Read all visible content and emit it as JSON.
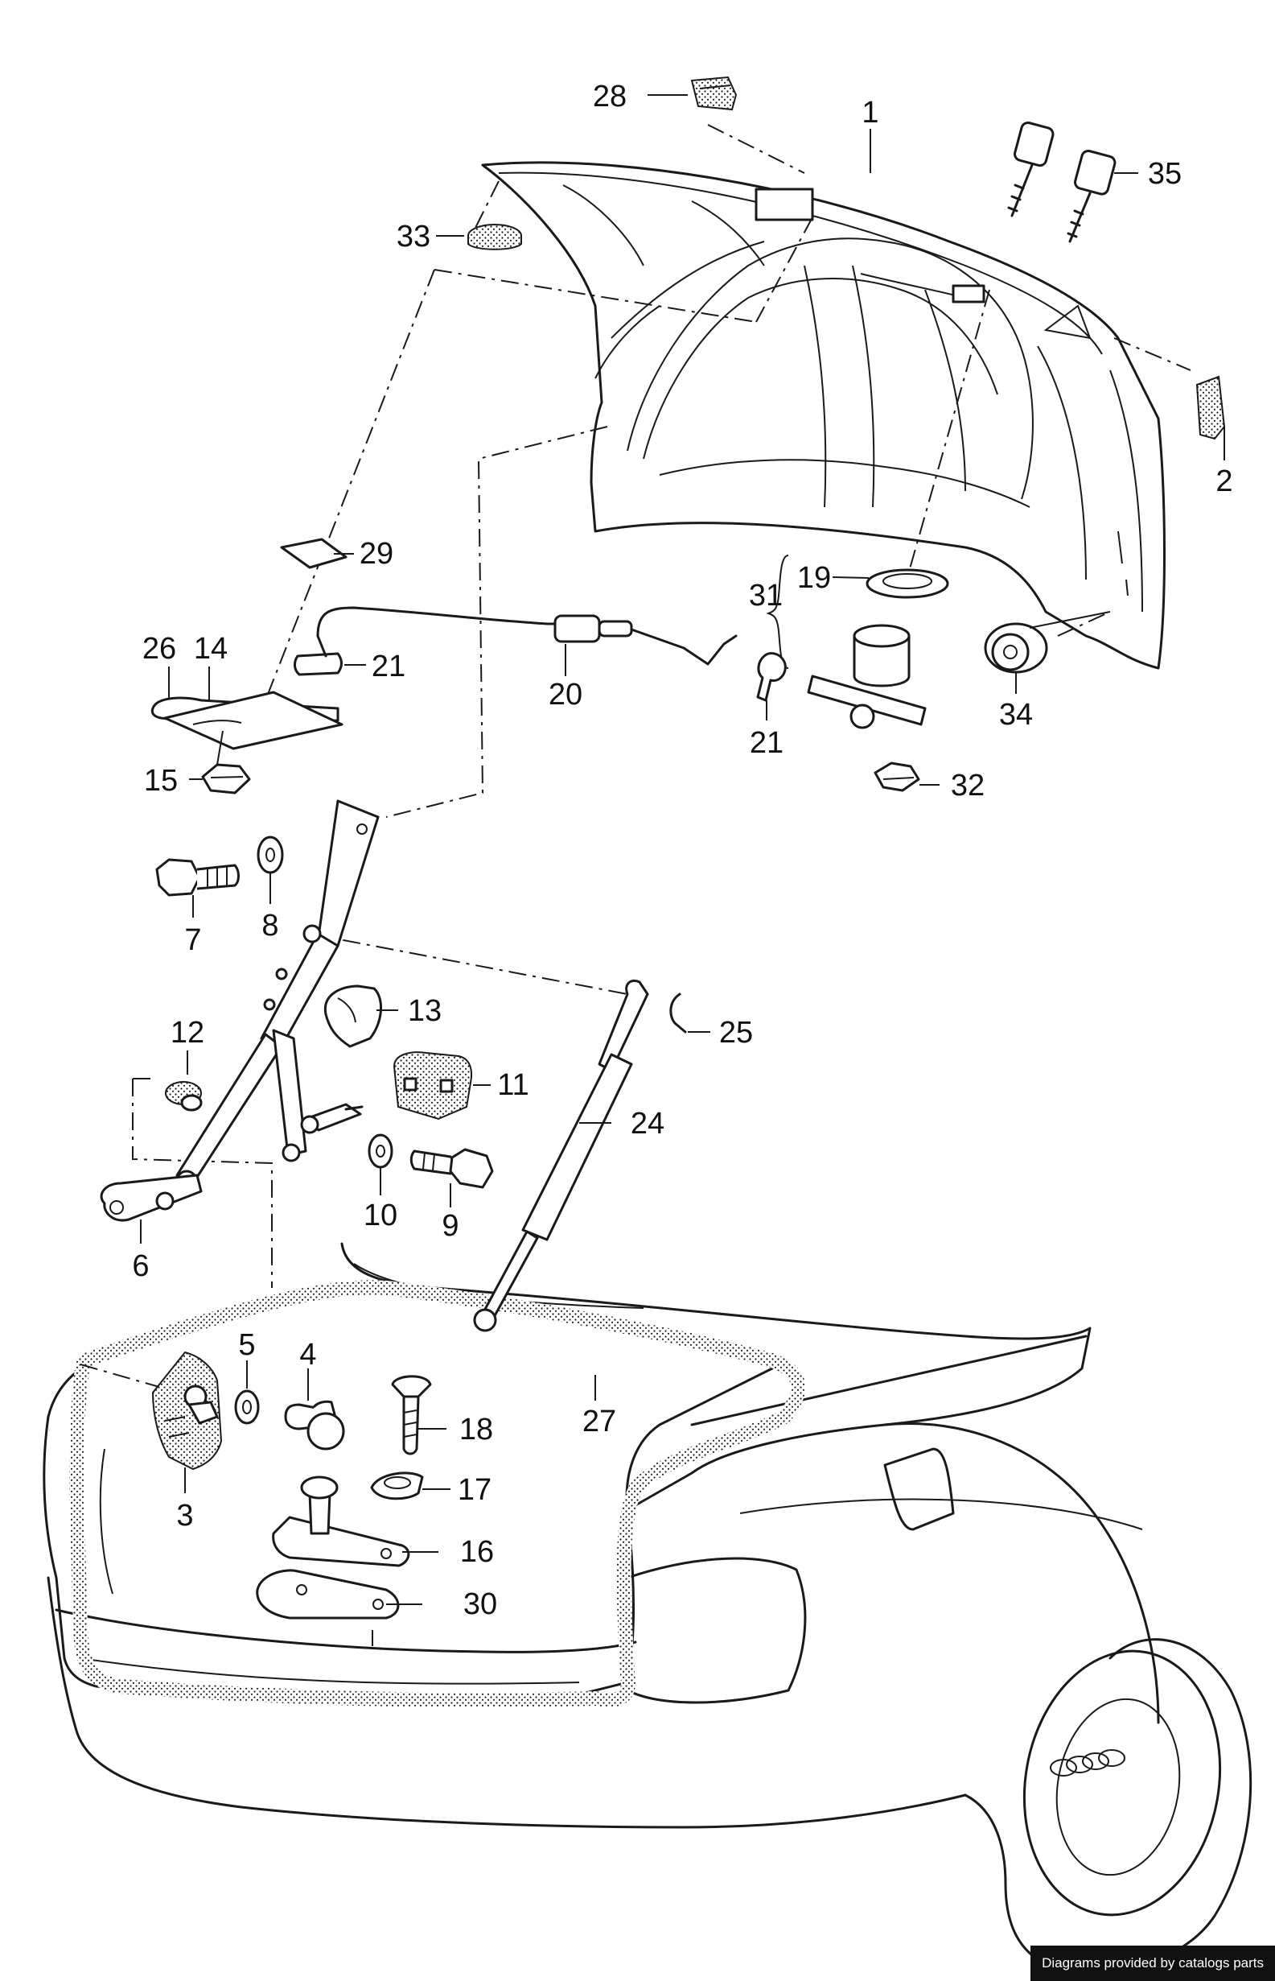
{
  "callouts": [
    {
      "id": "1",
      "text": "1"
    },
    {
      "id": "2",
      "text": "2"
    },
    {
      "id": "3",
      "text": "3"
    },
    {
      "id": "4",
      "text": "4"
    },
    {
      "id": "5",
      "text": "5"
    },
    {
      "id": "6",
      "text": "6"
    },
    {
      "id": "7",
      "text": "7"
    },
    {
      "id": "8",
      "text": "8"
    },
    {
      "id": "9",
      "text": "9"
    },
    {
      "id": "10",
      "text": "10"
    },
    {
      "id": "11",
      "text": "11"
    },
    {
      "id": "12",
      "text": "12"
    },
    {
      "id": "13",
      "text": "13"
    },
    {
      "id": "14",
      "text": "14"
    },
    {
      "id": "15",
      "text": "15"
    },
    {
      "id": "16",
      "text": "16"
    },
    {
      "id": "17",
      "text": "17"
    },
    {
      "id": "18",
      "text": "18"
    },
    {
      "id": "19",
      "text": "19"
    },
    {
      "id": "20",
      "text": "20"
    },
    {
      "id": "21a",
      "text": "21"
    },
    {
      "id": "21b",
      "text": "21"
    },
    {
      "id": "24",
      "text": "24"
    },
    {
      "id": "25",
      "text": "25"
    },
    {
      "id": "26",
      "text": "26"
    },
    {
      "id": "27",
      "text": "27"
    },
    {
      "id": "28",
      "text": "28"
    },
    {
      "id": "29",
      "text": "29"
    },
    {
      "id": "30",
      "text": "30"
    },
    {
      "id": "31",
      "text": "31"
    },
    {
      "id": "32",
      "text": "32"
    },
    {
      "id": "33",
      "text": "33"
    },
    {
      "id": "34",
      "text": "34"
    },
    {
      "id": "35",
      "text": "35"
    }
  ],
  "credit": "Diagrams provided by catalogs parts",
  "colors": {
    "ink": "#1a1a1a",
    "paper": "#ffffff",
    "credit_bg": "#111111",
    "credit_fg": "#ffffff"
  }
}
